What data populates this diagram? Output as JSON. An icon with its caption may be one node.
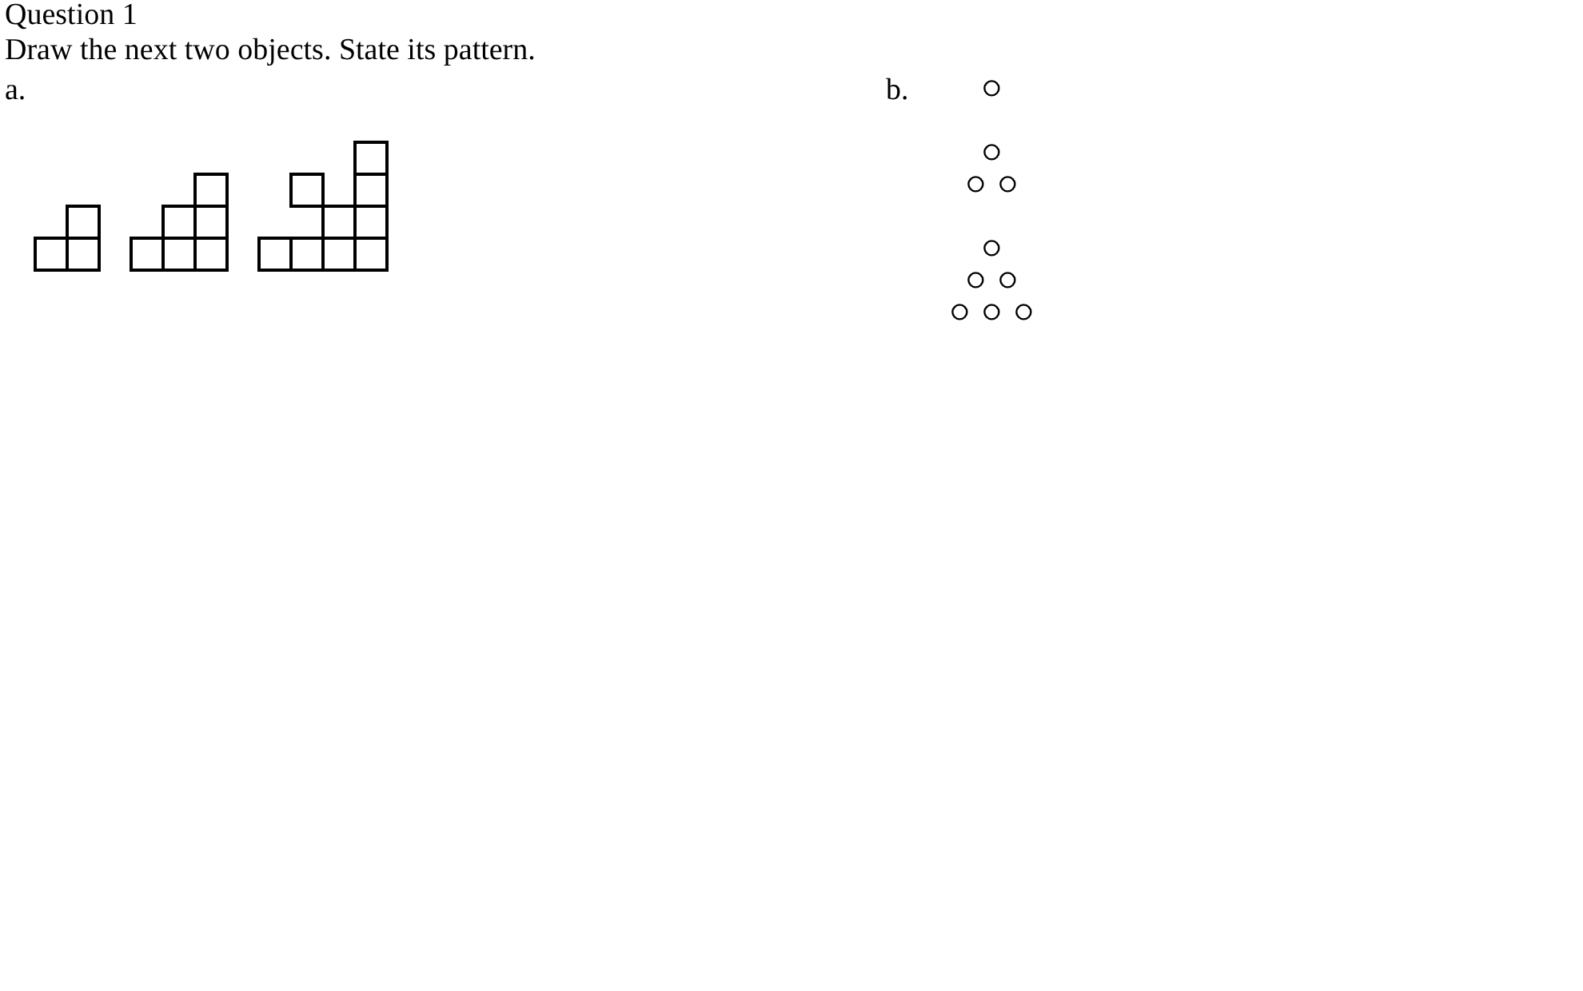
{
  "diagram": {
    "title": "Question 1",
    "labels": [
      "Draw the next two objects. State its pattern.",
      "a.",
      "b."
    ]
  }
}
